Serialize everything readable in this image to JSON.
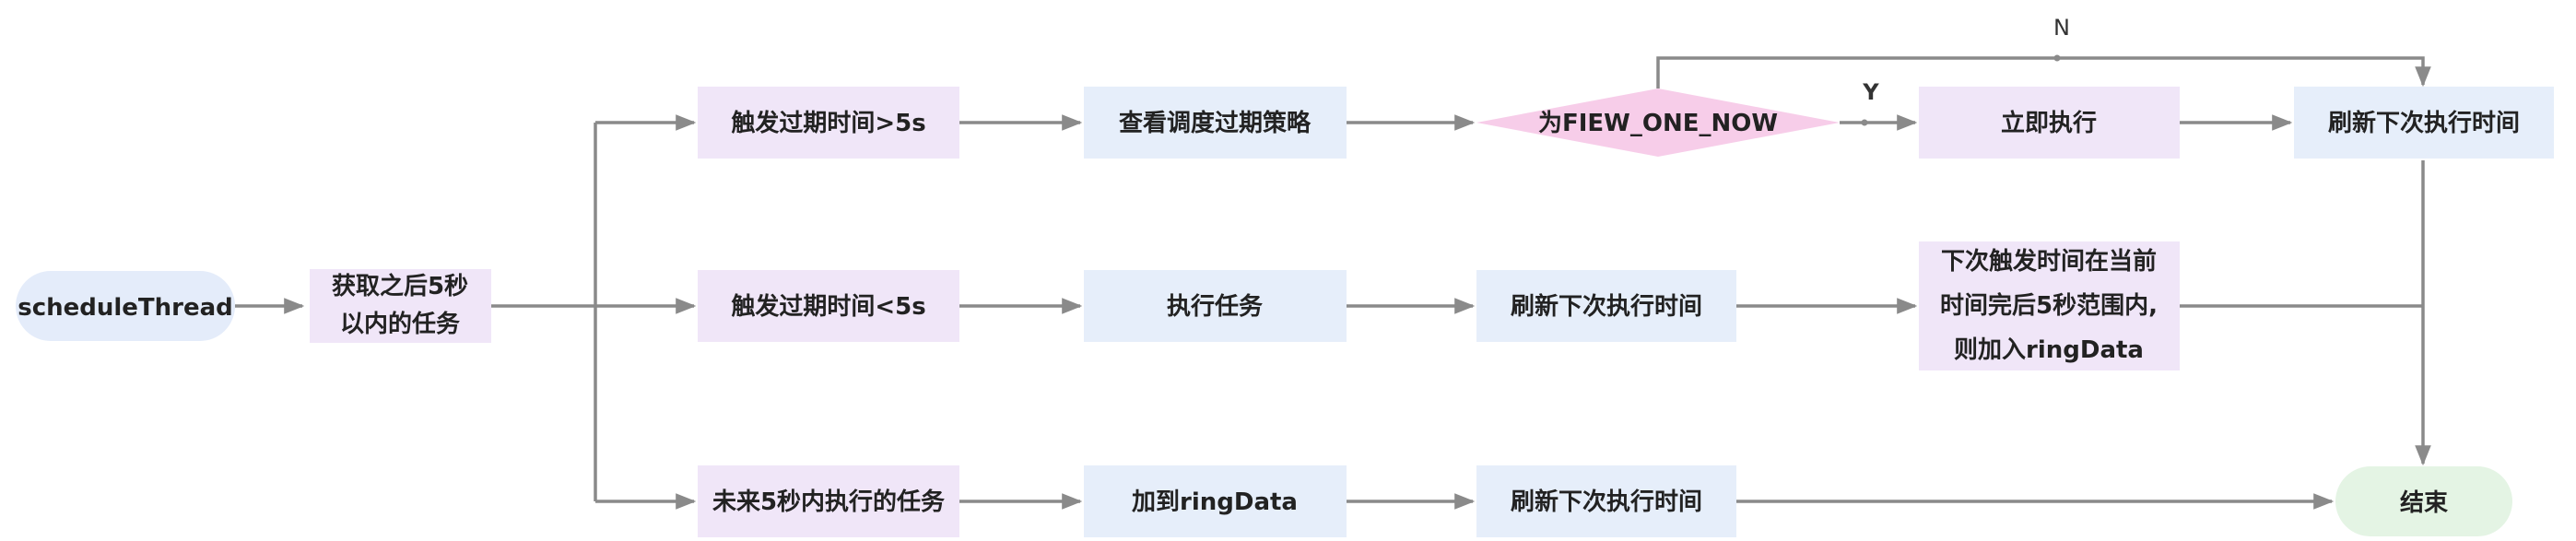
{
  "colors": {
    "terminal_start": "#e4ecfa",
    "terminal_end": "#e4f4e4",
    "process_purple": "#f0e6f8",
    "process_blue": "#e6eefa",
    "decision": "#f7cde9",
    "connector": "#8a8a8a"
  },
  "nodes": {
    "start": "scheduleThread",
    "fetch": [
      "获取之后5秒",
      "以内的任务"
    ],
    "trigger_gt5": "触发过期时间>5s",
    "trigger_lt5": "触发过期时间<5s",
    "future5": "未来5秒内执行的任务",
    "check_policy": "查看调度过期策略",
    "run_task": "执行任务",
    "add_ring": "加到ringData",
    "decision": "为FIEW_ONE_NOW",
    "refresh_mid": "刷新下次执行时间",
    "refresh_low": "刷新下次执行时间",
    "exec_now": "立即执行",
    "next_trigger": [
      "下次触发时间在当前",
      "时间完后5秒范围内,",
      "则加入ringData"
    ],
    "refresh_top": "刷新下次执行时间",
    "end": "结束"
  },
  "edge_labels": {
    "yes": "Y",
    "no": "N"
  }
}
